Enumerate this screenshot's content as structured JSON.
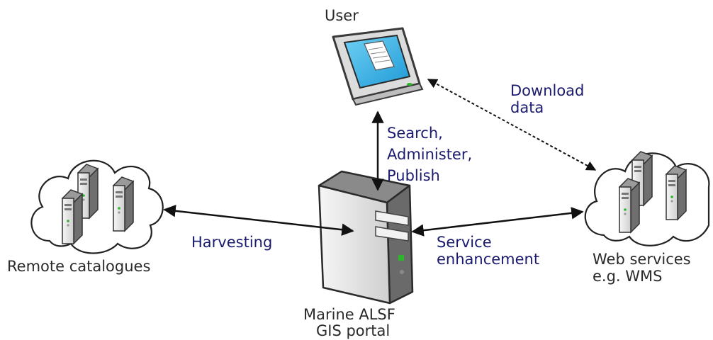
{
  "nodes": {
    "user": "User",
    "remote_catalogues": "Remote catalogues",
    "portal_line1": "Marine ALSF",
    "portal_line2": "GIS portal",
    "web_services_line1": "Web services",
    "web_services_line2": "e.g. WMS"
  },
  "edges": {
    "download_line1": "Download",
    "download_line2": "data",
    "search_line1": "Search,",
    "search_line2": "Administer,",
    "search_line3": "Publish",
    "harvesting": "Harvesting",
    "service_line1": "Service",
    "service_line2": "enhancement"
  },
  "colors": {
    "label_text": "#2a2a2a",
    "edge_text": "#1a1a6e",
    "screen": "#2aa8e0",
    "server_body": "#e8e8e8",
    "server_shade": "#7a7a7a",
    "power_led": "#2db52d"
  }
}
